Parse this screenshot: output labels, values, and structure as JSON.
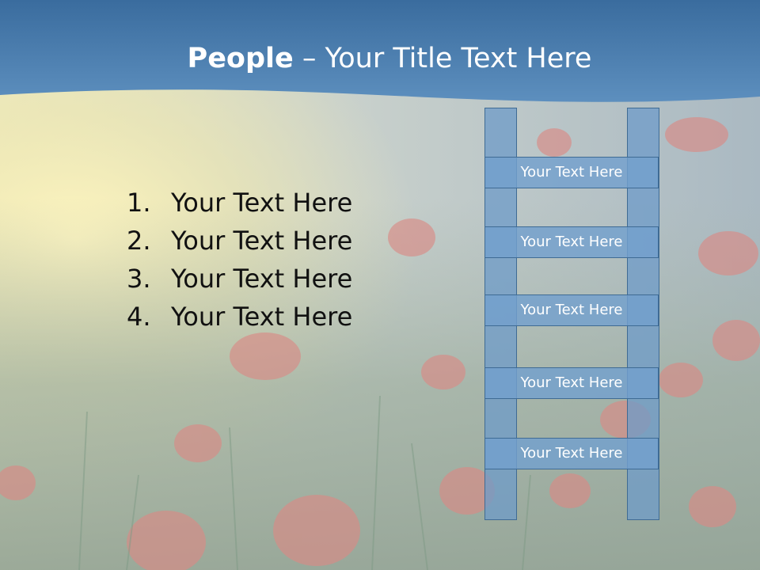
{
  "slide": {
    "title_bold": "People",
    "title_rest": " – Your Title Text Here",
    "list": [
      {
        "num": "1.",
        "text": "Your Text Here"
      },
      {
        "num": "2.",
        "text": "Your Text Here"
      },
      {
        "num": "3.",
        "text": "Your Text Here"
      },
      {
        "num": "4.",
        "text": "Your Text Here"
      }
    ],
    "ladder_rungs": [
      "Your Text Here",
      "Your Text Here",
      "Your Text Here",
      "Your Text Here",
      "Your Text Here"
    ]
  },
  "colors": {
    "header_blue": "#3f74a6",
    "rung_fill": "#73a0cd",
    "rung_border": "#3f6b94"
  }
}
